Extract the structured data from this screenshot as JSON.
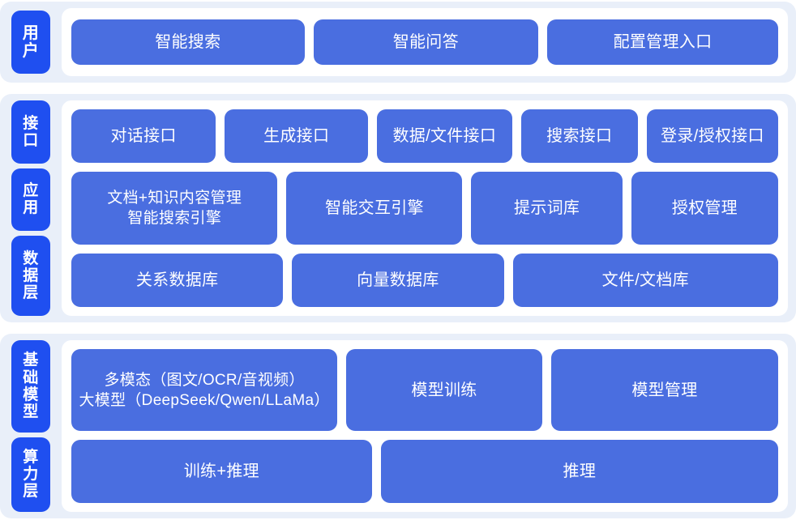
{
  "theme": {
    "page_background": "#ffffff",
    "section_background": "#e9eff9",
    "card_background": "#ffffff",
    "tab_color": "#1f4ff0",
    "box_color": "#4a6ee0",
    "text_on_blue": "#ffffff"
  },
  "sections": [
    {
      "id": "user",
      "tabs": [
        {
          "id": "user",
          "label": "用户",
          "chars": [
            "用",
            "户"
          ]
        }
      ],
      "rows": [
        {
          "id": "user",
          "boxes": [
            {
              "label": "智能搜索"
            },
            {
              "label": "智能问答"
            },
            {
              "label": "配置管理入口"
            }
          ]
        }
      ]
    },
    {
      "id": "platform",
      "tabs": [
        {
          "id": "interface",
          "label": "接口",
          "chars": [
            "接",
            "口"
          ]
        },
        {
          "id": "application",
          "label": "应用",
          "chars": [
            "应",
            "用"
          ]
        },
        {
          "id": "data",
          "label": "数据层",
          "chars": [
            "数",
            "据",
            "层"
          ]
        }
      ],
      "rows": [
        {
          "id": "interface",
          "boxes": [
            {
              "label": "对话接口"
            },
            {
              "label": "生成接口"
            },
            {
              "label": "数据/文件接口"
            },
            {
              "label": "搜索接口"
            },
            {
              "label": "登录/授权接口"
            }
          ]
        },
        {
          "id": "application",
          "boxes": [
            {
              "label": "文档+知识内容管理\n智能搜索引擎",
              "multiline": true
            },
            {
              "label": "智能交互引擎"
            },
            {
              "label": "提示词库"
            },
            {
              "label": "授权管理"
            }
          ]
        },
        {
          "id": "data",
          "boxes": [
            {
              "label": "关系数据库"
            },
            {
              "label": "向量数据库"
            },
            {
              "label": "文件/文档库"
            }
          ]
        }
      ]
    },
    {
      "id": "infra",
      "tabs": [
        {
          "id": "model",
          "label": "基础模型",
          "chars": [
            "基",
            "础",
            "模",
            "型"
          ]
        },
        {
          "id": "compute",
          "label": "算力层",
          "chars": [
            "算",
            "力",
            "层"
          ]
        }
      ],
      "rows": [
        {
          "id": "model",
          "boxes": [
            {
              "label": "多模态（图文/OCR/音视频）\n大模型（DeepSeek/Qwen/LLaMa）",
              "multiline": true
            },
            {
              "label": "模型训练"
            },
            {
              "label": "模型管理"
            }
          ]
        },
        {
          "id": "compute",
          "boxes": [
            {
              "label": "训练+推理"
            },
            {
              "label": "推理"
            }
          ]
        }
      ]
    }
  ]
}
